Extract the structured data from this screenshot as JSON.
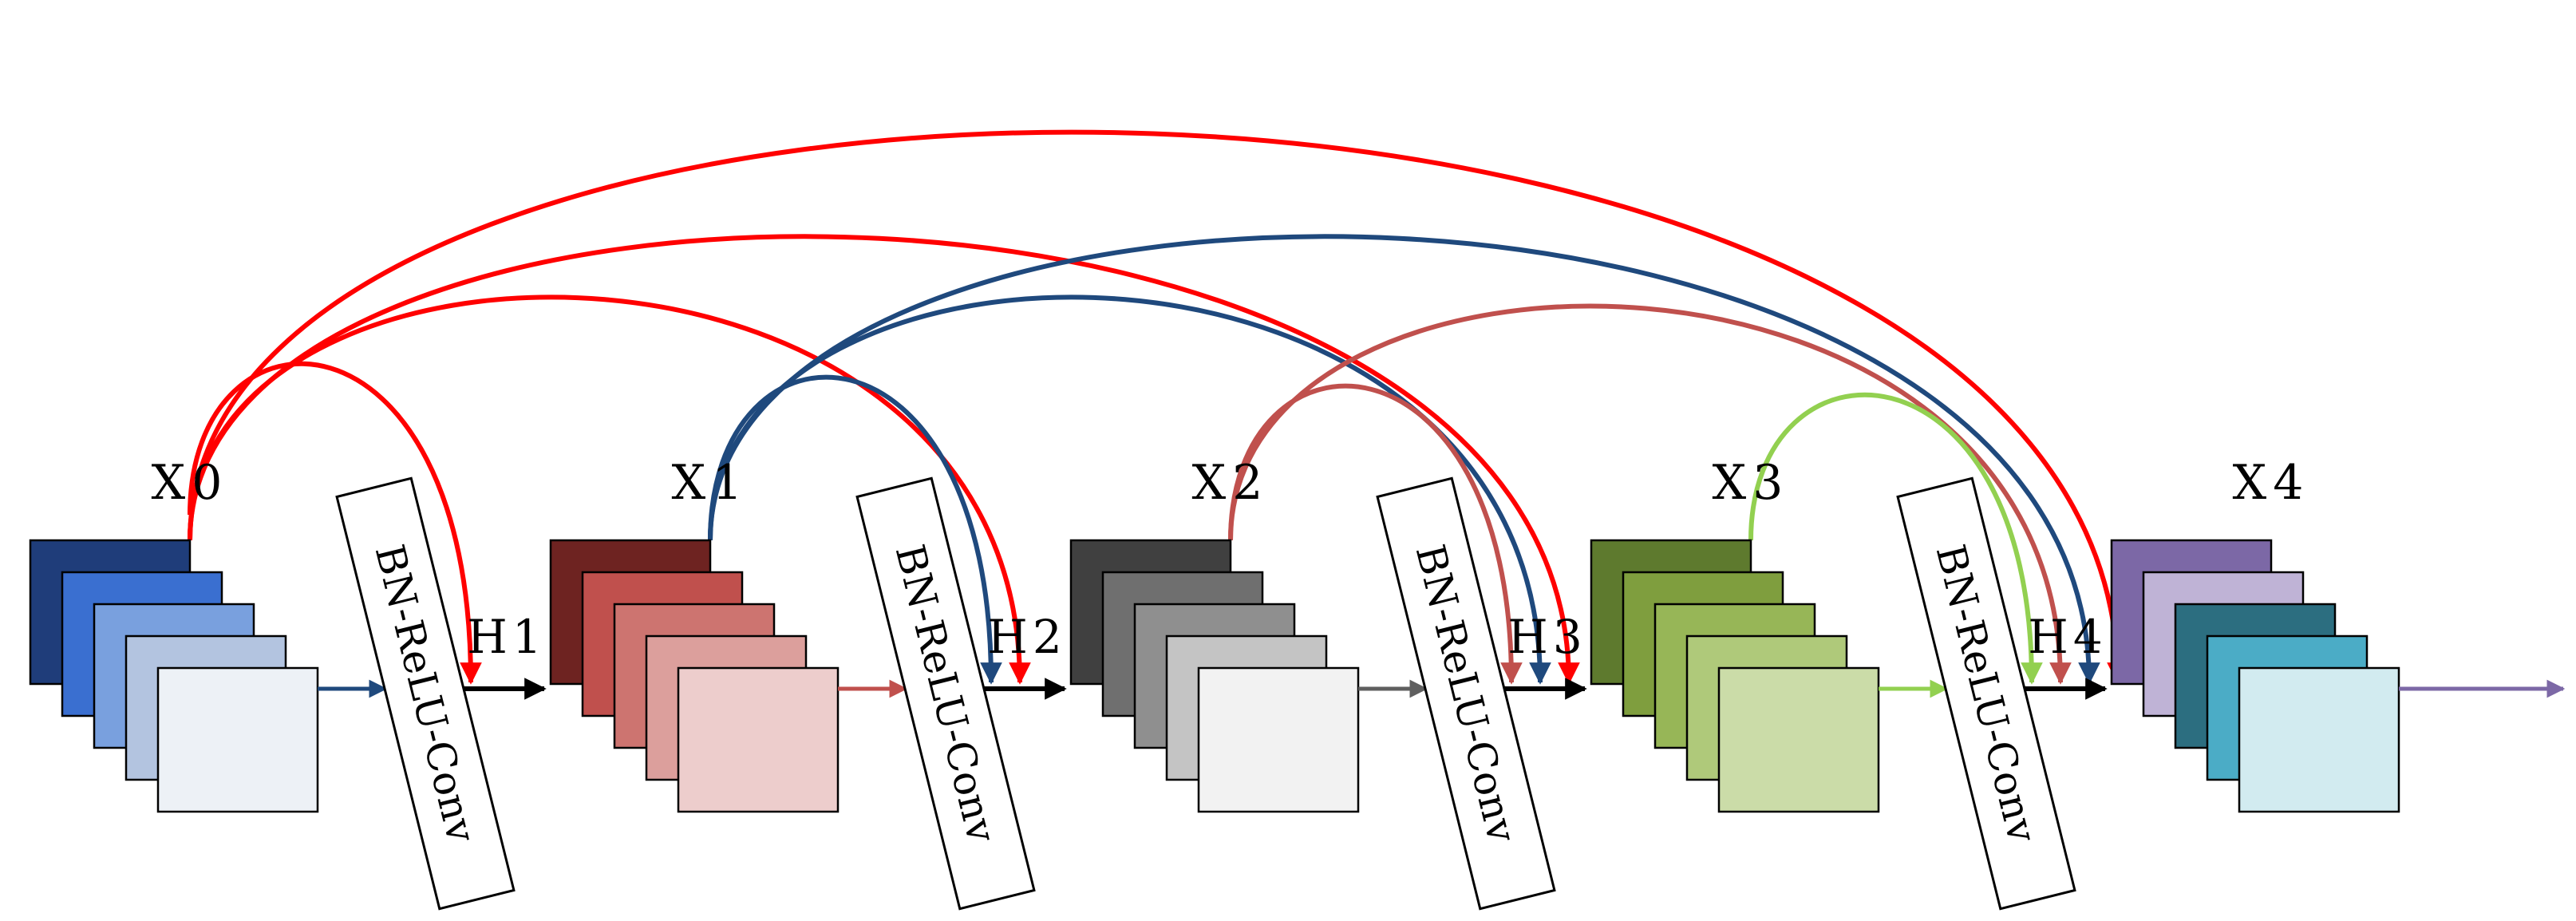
{
  "nodes": [
    {
      "label": "X0",
      "colors": [
        "#1f3d7a",
        "#3a6fd0",
        "#79a0de",
        "#b3c4e0",
        "#edf1f6"
      ]
    },
    {
      "label": "X1",
      "colors": [
        "#6e2321",
        "#c0504d",
        "#cd7470",
        "#dc9f9c",
        "#edcdcc"
      ]
    },
    {
      "label": "X2",
      "colors": [
        "#404040",
        "#6f6f6f",
        "#8f8f8f",
        "#c4c4c4",
        "#f2f2f2"
      ]
    },
    {
      "label": "X3",
      "colors": [
        "#5e7a2e",
        "#7f9e3e",
        "#97b657",
        "#afc97a",
        "#cbdca8"
      ]
    },
    {
      "label": "X4",
      "colors": [
        "#7c68a6",
        "#bfb3d6",
        "#2c6e80",
        "#4bacc6",
        "#d2ebf0"
      ]
    }
  ],
  "transitions": [
    {
      "label": "H1",
      "block": "BN-ReLU-Conv"
    },
    {
      "label": "H2",
      "block": "BN-ReLU-Conv"
    },
    {
      "label": "H3",
      "block": "BN-ReLU-Conv"
    },
    {
      "label": "H4",
      "block": "BN-ReLU-Conv"
    }
  ],
  "connections": [
    {
      "from": "X0",
      "to": "X1",
      "color": "#ff0000"
    },
    {
      "from": "X0",
      "to": "X2",
      "color": "#ff0000"
    },
    {
      "from": "X0",
      "to": "X3",
      "color": "#ff0000"
    },
    {
      "from": "X0",
      "to": "X4",
      "color": "#ff0000"
    },
    {
      "from": "X1",
      "to": "X2",
      "color": "#1f497d"
    },
    {
      "from": "X1",
      "to": "X3",
      "color": "#1f497d"
    },
    {
      "from": "X1",
      "to": "X4",
      "color": "#1f497d"
    },
    {
      "from": "X2",
      "to": "X3",
      "color": "#c0504d"
    },
    {
      "from": "X2",
      "to": "X4",
      "color": "#c0504d"
    },
    {
      "from": "X3",
      "to": "X4",
      "color": "#92d050"
    }
  ],
  "flow_colors": [
    "#1f497d",
    "#c0504d",
    "#5f5f5f",
    "#92d050",
    "#7c68a6"
  ]
}
